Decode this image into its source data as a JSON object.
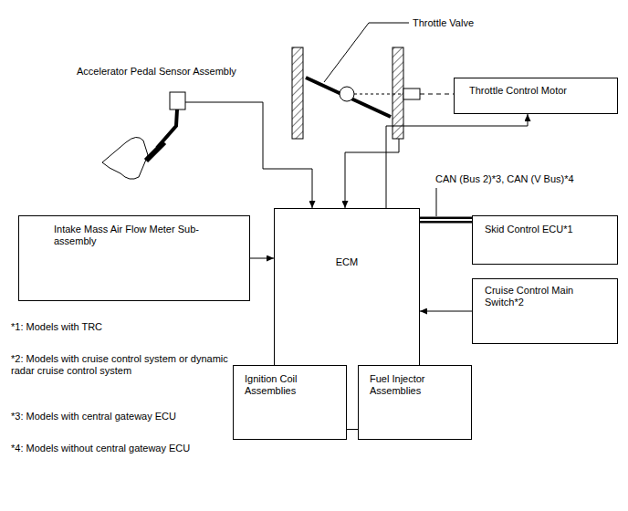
{
  "diagram": {
    "nodes": [
      {
        "text": [
          "Throttle Control Motor"
        ]
      },
      {
        "text": [
          "Intake Mass Air Flow Meter Sub-assembly"
        ]
      },
      {
        "text": [
          "ECM"
        ]
      },
      {
        "text": [
          "Skid Control ECU*1"
        ]
      },
      {
        "text": [
          "Cruise Control Main Switch*2"
        ]
      },
      {
        "text": [
          "Ignition Coil Assemblies"
        ]
      },
      {
        "text": [
          "Fuel Injector Assemblies"
        ]
      }
    ],
    "edges": [
      {
        "from": 1,
        "to": 2,
        "arrow": "to"
      },
      {
        "from": 2,
        "to": 0,
        "arrow": "to"
      },
      {
        "from": 2,
        "to": 3,
        "label": "CAN (Bus 2)*3, CAN (V Bus)*4",
        "arrow": "none"
      },
      {
        "from": 4,
        "to": 2,
        "arrow": "to"
      },
      {
        "from": 2,
        "to": 5,
        "arrow": "to"
      },
      {
        "from": 2,
        "to": 6,
        "arrow": "to"
      }
    ],
    "labels": [
      "Throttle Valve",
      "Accelerator Pedal Sensor Assembly",
      "*1: Models with TRC",
      "*2: Models with cruise control system or dynamic radar cruise control system",
      "*3: Models with central gateway ECU",
      "*4: Models without central gateway ECU"
    ]
  }
}
